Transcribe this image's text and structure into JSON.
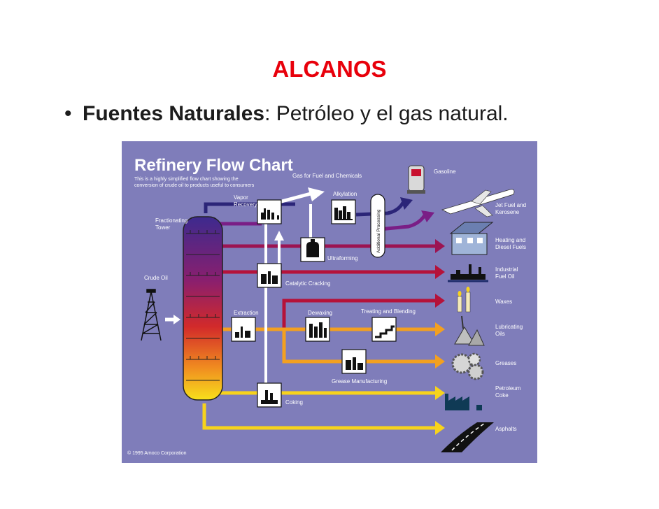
{
  "slide": {
    "title": "ALCANOS",
    "bullet_symbol": "•",
    "bullet_bold": "Fuentes Naturales",
    "bullet_rest": ": Petróleo y el gas natural."
  },
  "chart": {
    "title": "Refinery Flow Chart",
    "subtitle_line1": "This is a highly simplified flow chart showing the",
    "subtitle_line2": "conversion of crude oil to products useful to consumers",
    "copyright": "© 1995 Amoco Corporation",
    "labels": {
      "crude_oil": "Crude Oil",
      "fractionating_tower_1": "Fractionating",
      "fractionating_tower_2": "Tower",
      "vapor_recovery_1": "Vapor",
      "vapor_recovery_2": "Recovery",
      "gas_fuel_chem": "Gas for Fuel and Chemicals",
      "alkylation": "Alkylation",
      "additional_processing": "Additional Processing",
      "ultraforming": "Ultraforming",
      "catalytic_cracking": "Catalytic Cracking",
      "extraction": "Extraction",
      "dewaxing": "Dewaxing",
      "treating_blending": "Treating and Blending",
      "grease_manufacturing": "Grease Manufacturing",
      "coking": "Coking"
    },
    "products": {
      "gasoline": "Gasoline",
      "jet_fuel_1": "Jet Fuel and",
      "jet_fuel_2": "Kerosene",
      "heating_1": "Heating and",
      "heating_2": "Diesel Fuels",
      "industrial_1": "Industrial",
      "industrial_2": "Fuel Oil",
      "waxes": "Waxes",
      "lubricating_1": "Lubricating",
      "lubricating_2": "Oils",
      "greases": "Greases",
      "petroleum_1": "Petroleum",
      "petroleum_2": "Coke",
      "asphalts": "Asphalts"
    },
    "colors": {
      "background": "#7f7dba",
      "navy": "#2b2578",
      "purple": "#7a1e86",
      "magenta": "#9c1452",
      "red": "#b5123a",
      "orange": "#f3a020",
      "yellow": "#f7d31c",
      "white_pipe": "#ffffff"
    }
  }
}
